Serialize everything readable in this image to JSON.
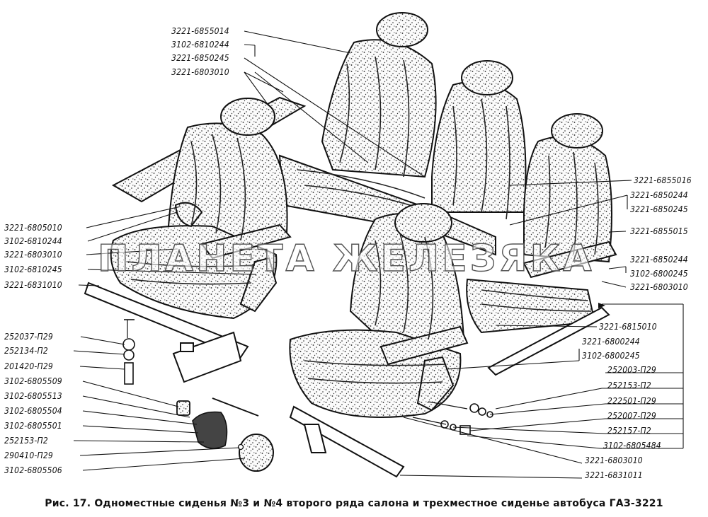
{
  "caption": "Рис. 17. Одноместные сиденья №3 и №4 второго ряда салона и трехместное сиденье автобуса ГАЗ-3221",
  "watermark": "ПЛАНЕТА ЖЕЛЕЗЯКА",
  "labels": [
    "3221-6855014",
    "3102-6810244",
    "3221-6850245",
    "3221-6803010",
    "3221-6805010",
    "3102-6810244",
    "3221-6803010",
    "3102-6810245",
    "3221-6831010",
    "252037-П29",
    "252134-П2",
    "201420-П29",
    "3102-6805509",
    "3102-6805513",
    "3102-6805504",
    "3102-6805501",
    "252153-П2",
    "290410-П29",
    "3102-6805506",
    "3221-6855016",
    "3221-6850244",
    "3221-6850245",
    "3221-6855015",
    "3221-6850244",
    "3102-6800245",
    "3221-6803010",
    "3221-6815010",
    "3221-6800244",
    "3102-6800245",
    "252003-П29",
    "252153-П2",
    "222501-П29",
    "252007-П29",
    "252157-П2",
    "3102-6805484",
    "3221-6803010",
    "3221-6831011"
  ]
}
